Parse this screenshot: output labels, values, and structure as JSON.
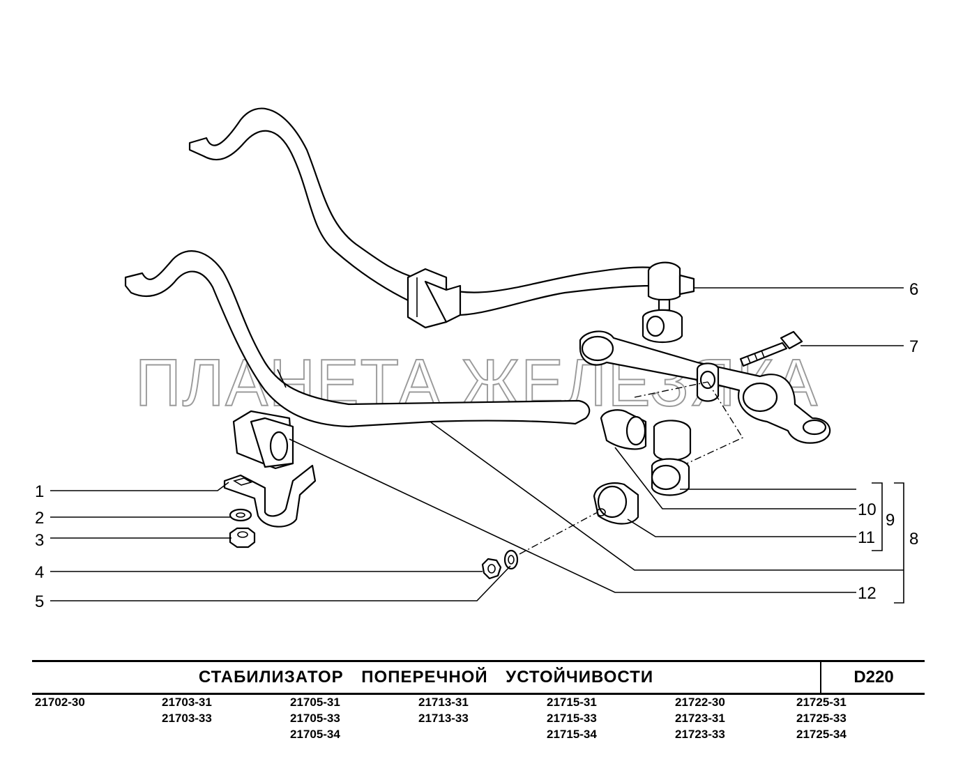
{
  "watermark": "ПЛАНЕТА ЖЕЛЕЗЯКА",
  "callouts": [
    "1",
    "2",
    "3",
    "4",
    "5",
    "6",
    "7",
    "8",
    "9",
    "10",
    "11",
    "12"
  ],
  "title": "СТАБИЛИЗАТОР ПОПЕРЕЧНОЙ УСТОЙЧИВОСТИ",
  "code": "D220",
  "model_columns": [
    [
      "21702-30"
    ],
    [
      "21703-31",
      "21703-33"
    ],
    [
      "21705-31",
      "21705-33",
      "21705-34"
    ],
    [
      "21713-31",
      "21713-33"
    ],
    [
      "21715-31",
      "21715-33",
      "21715-34"
    ],
    [
      "21722-30",
      "21723-31",
      "21723-33"
    ],
    [
      "21725-31",
      "21725-33",
      "21725-34"
    ]
  ]
}
